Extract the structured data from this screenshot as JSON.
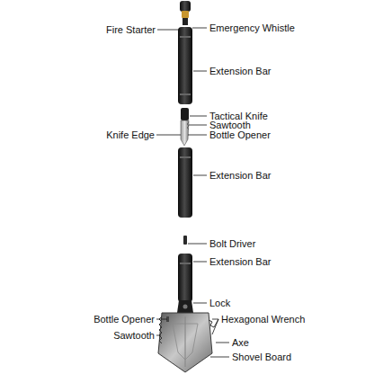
{
  "diagram": {
    "labels": [
      "Fire Starter",
      "Emergency Whistle",
      "Extension Bar",
      "Tactical Knife",
      "Sawtooth",
      "Knife Edge",
      "Bottle Opener",
      "Extension Bar",
      "Bolt Driver",
      "Extension Bar",
      "Lock",
      "Bottle Opener",
      "Hexagonal Wrench",
      "Sawtooth",
      "Axe",
      "Shovel Board"
    ]
  }
}
